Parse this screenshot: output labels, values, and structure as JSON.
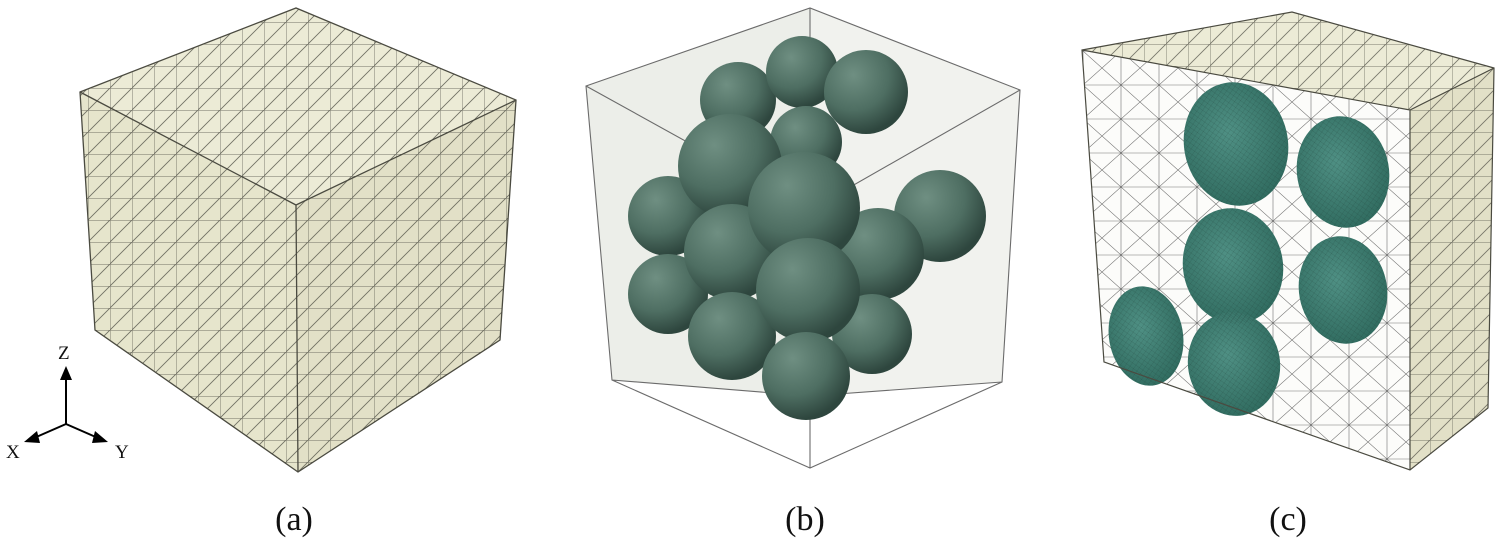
{
  "panels": [
    {
      "id": "a",
      "caption": "(a)",
      "content": "meshed-cube"
    },
    {
      "id": "b",
      "caption": "(b)",
      "content": "spheres-in-transparent-box"
    },
    {
      "id": "c",
      "caption": "(c)",
      "content": "cross-section-with-circular-inclusions"
    }
  ],
  "triad": {
    "x_label": "X",
    "y_label": "Y",
    "z_label": "Z"
  },
  "colors": {
    "matrix": "#ecebd6",
    "matrix_side": "#e2e0c7",
    "mesh_line": "#5d5d52",
    "sphere": "#4e6e62",
    "sphere_dark": "#2e463e",
    "sphere_light": "#6f8f82",
    "inclusion": "#3f7e72",
    "box_face": "#eceee9"
  }
}
